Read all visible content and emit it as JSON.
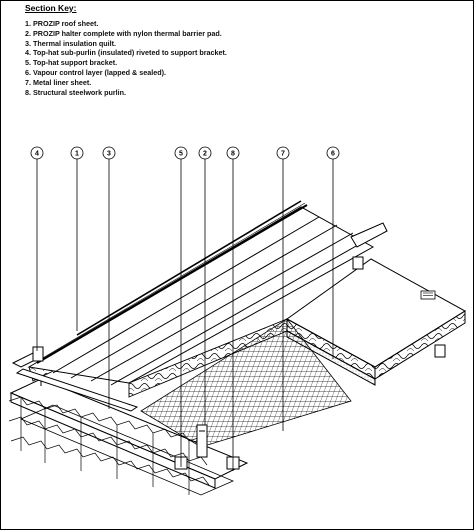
{
  "section_key": {
    "title": "Section Key:",
    "items": [
      "1. PROZIP roof sheet.",
      "2. PROZIP halter complete with nylon thermal barrier pad.",
      "3. Thermal insulation quilt.",
      "4. Top-hat sub-purlin (insulated) riveted to support bracket.",
      "5. Top-hat support bracket.",
      "6. Vapour control layer (lapped & sealed).",
      "7. Metal liner sheet.",
      "8. Structural steelwork purlin."
    ]
  },
  "callouts": [
    "4",
    "1",
    "3",
    "5",
    "2",
    "8",
    "7",
    "6"
  ],
  "colors": {
    "line": "#000000",
    "background": "#ffffff"
  }
}
